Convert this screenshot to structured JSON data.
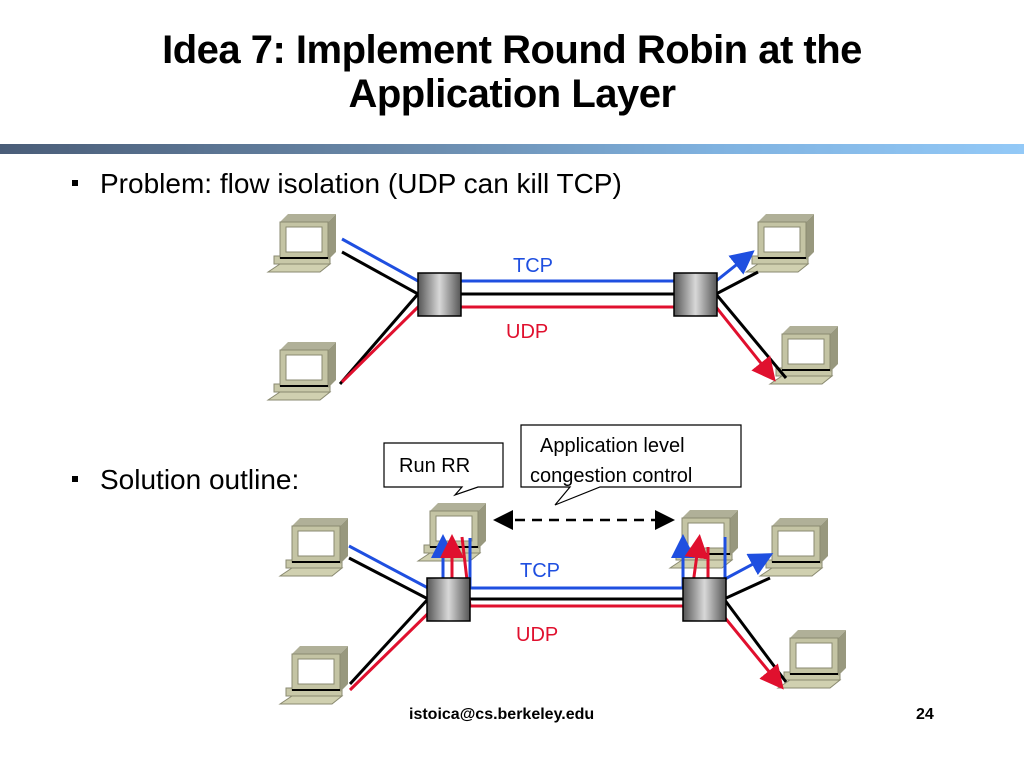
{
  "slide": {
    "title_line1": "Idea 7: Implement Round Robin at the",
    "title_line2": "Application Layer",
    "bullets": [
      {
        "text": "Problem: flow isolation (UDP can kill TCP)"
      },
      {
        "text": "Solution outline:"
      }
    ],
    "footer": {
      "email": "istoica@cs.berkeley.edu",
      "page": "24"
    }
  },
  "diagram_top": {
    "tcp_label": "TCP",
    "udp_label": "UDP"
  },
  "diagram_bottom": {
    "tcp_label": "TCP",
    "udp_label": "UDP",
    "callout_left": "Run RR",
    "callout_right_line1": "Application level",
    "callout_right_line2": "congestion control"
  },
  "colors": {
    "tcp": "#1f4fe0",
    "udp": "#e0102e",
    "link": "#000000"
  }
}
